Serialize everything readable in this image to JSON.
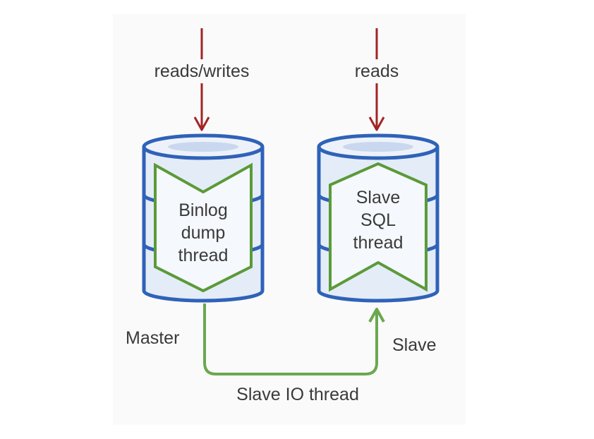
{
  "labels": {
    "master_input": "reads/writes",
    "slave_input": "reads",
    "master": "Master",
    "slave": "Slave",
    "io_thread": "Slave IO thread"
  },
  "threads": {
    "binlog": [
      "Binlog",
      "dump",
      "thread"
    ],
    "sql": [
      "Slave",
      "SQL",
      "thread"
    ]
  },
  "colors": {
    "db_stroke": "#2f62b8",
    "db_fill": "#e4ecf7",
    "thread_stroke": "#5b9a38",
    "io_line": "#6aa84f",
    "read_arrow": "#a32423",
    "text": "#3a3a3a"
  }
}
